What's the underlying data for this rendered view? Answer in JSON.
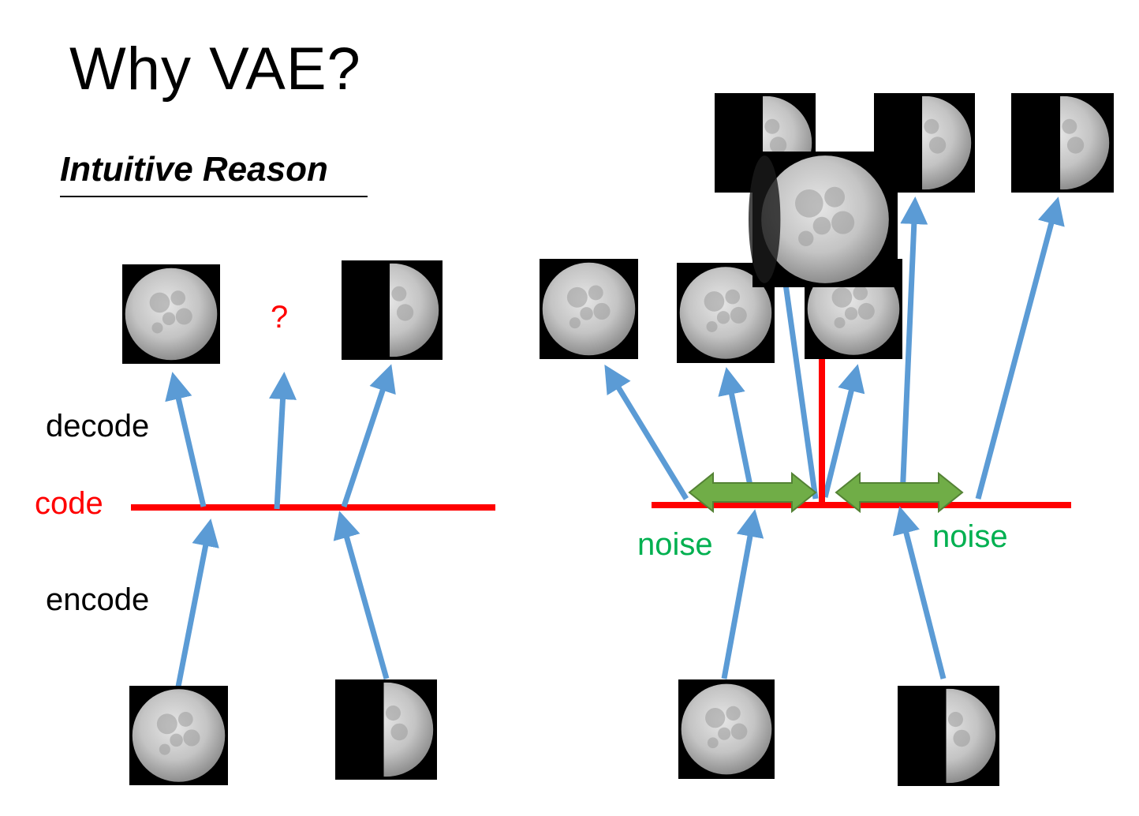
{
  "title": "Why VAE?",
  "subtitle": "Intuitive Reason",
  "labels": {
    "decode": "decode",
    "encode": "encode",
    "code": "code",
    "question": "?",
    "noise_left": "noise",
    "noise_right": "noise"
  },
  "colors": {
    "code_line": "#ff0000",
    "arrow": "#5b9bd5",
    "noise_arrow": "#70ad47",
    "noise_text": "#00b050",
    "question_text": "#ff0000",
    "code_text": "#ff0000",
    "image_background": "#000000"
  },
  "images": [
    {
      "name": "full-moon",
      "phase": "full"
    },
    {
      "name": "half-moon",
      "phase": "half"
    }
  ]
}
